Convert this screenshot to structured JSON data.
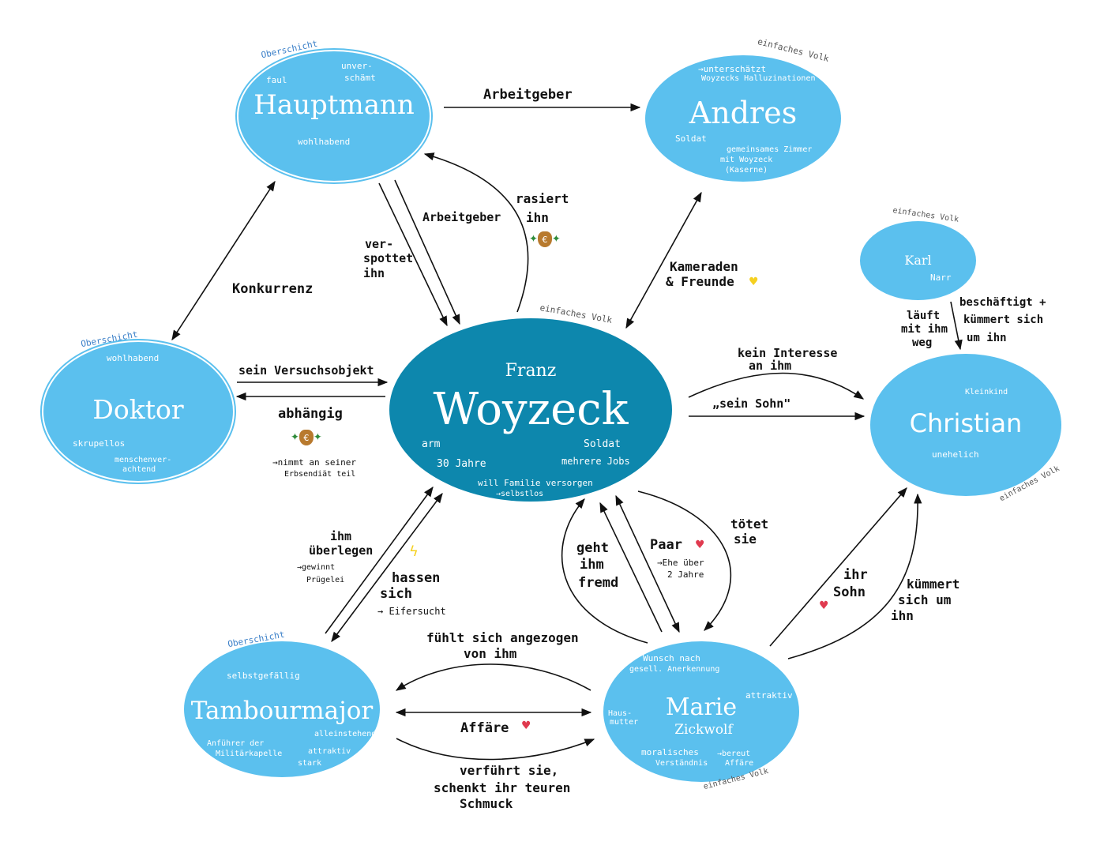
{
  "colors": {
    "node_fill": "#5bc0ee",
    "main_fill": "#0d87ad",
    "arrow": "#111111",
    "heart": "#e03a4f",
    "bolt": "#f5d020"
  },
  "nodes": {
    "hauptmann": {
      "name": "Hauptmann",
      "tag": "Oberschicht",
      "traits": [
        "faul",
        "unver-",
        "schämt",
        "wohlhabend"
      ]
    },
    "andres": {
      "name": "Andres",
      "tag": "einfaches Volk",
      "traits": [
        "→unterschätzt",
        "Woyzecks Halluzinationen",
        "Soldat",
        "gemeinsames Zimmer",
        "mit Woyzeck",
        "(Kaserne)"
      ]
    },
    "karl": {
      "name": "Karl",
      "tag": "einfaches Volk",
      "traits": [
        "Narr"
      ]
    },
    "doktor": {
      "name": "Doktor",
      "tag": "Oberschicht",
      "traits": [
        "wohlhabend",
        "skrupellos",
        "menschenver-",
        "achtend"
      ]
    },
    "woyzeck": {
      "first_name": "Franz",
      "name": "Woyzeck",
      "tag": "einfaches Volk",
      "traits": [
        "arm",
        "30 Jahre",
        "Soldat",
        "mehrere Jobs",
        "will Familie versorgen",
        "→selbstlos"
      ]
    },
    "christian": {
      "name": "Christian",
      "tag": "einfaches Volk",
      "traits": [
        "Kleinkind",
        "unehelich"
      ]
    },
    "tambourmajor": {
      "name": "Tambourmajor",
      "tag": "Oberschicht",
      "traits": [
        "selbstgefällig",
        "alleinstehend",
        "Anführer der",
        "Militärkapelle",
        "attraktiv",
        "stark"
      ]
    },
    "marie": {
      "name": "Marie",
      "surname": "Zickwolf",
      "tag": "einfaches Volk",
      "traits": [
        "Wunsch nach",
        "gesell. Anerkennung",
        "attraktiv",
        "Haus-",
        "mutter",
        "moralisches",
        "Verständnis",
        "→bereut",
        "Affäre"
      ]
    }
  },
  "relations": {
    "hauptmann_andres": "Arbeitgeber",
    "hauptmann_woyzeck_employer": "Arbeitgeber",
    "hauptmann_mocks": [
      "ver-",
      "spottet",
      "ihn"
    ],
    "woyzeck_shaves": [
      "rasiert",
      "ihn"
    ],
    "competition": "Konkurrenz",
    "andres_woyzeck": [
      "Kameraden",
      "& Freunde"
    ],
    "doktor_subject": "sein Versuchsobjekt",
    "dependent": "abhängig",
    "dependent_note": [
      "→nimmt an seiner",
      "Erbsendiät teil"
    ],
    "no_interest": [
      "kein Interesse",
      "an ihm"
    ],
    "his_son": "„sein Sohn\"",
    "karl_runs": [
      "läuft",
      "mit ihm",
      "weg"
    ],
    "karl_cares": [
      "beschäftigt +",
      "kümmert sich",
      "um ihn"
    ],
    "superior": [
      "ihm",
      "überlegen"
    ],
    "superior_note": [
      "→gewinnt",
      "Prügelei"
    ],
    "hate": [
      "hassen",
      "sich"
    ],
    "hate_note": "→ Eifersucht",
    "cheats": [
      "geht",
      "ihm",
      "fremd"
    ],
    "couple": "Paar",
    "couple_note": [
      "→Ehe über",
      "2 Jahre"
    ],
    "kills": [
      "tötet",
      "sie"
    ],
    "her_son": [
      "ihr",
      "Sohn"
    ],
    "cares": [
      "kümmert",
      "sich um",
      "ihn"
    ],
    "attracted": [
      "fühlt sich angezogen",
      "von ihm"
    ],
    "affair": "Affäre",
    "seduces": [
      "verführt sie,",
      "schenkt ihr teuren",
      "Schmuck"
    ]
  }
}
